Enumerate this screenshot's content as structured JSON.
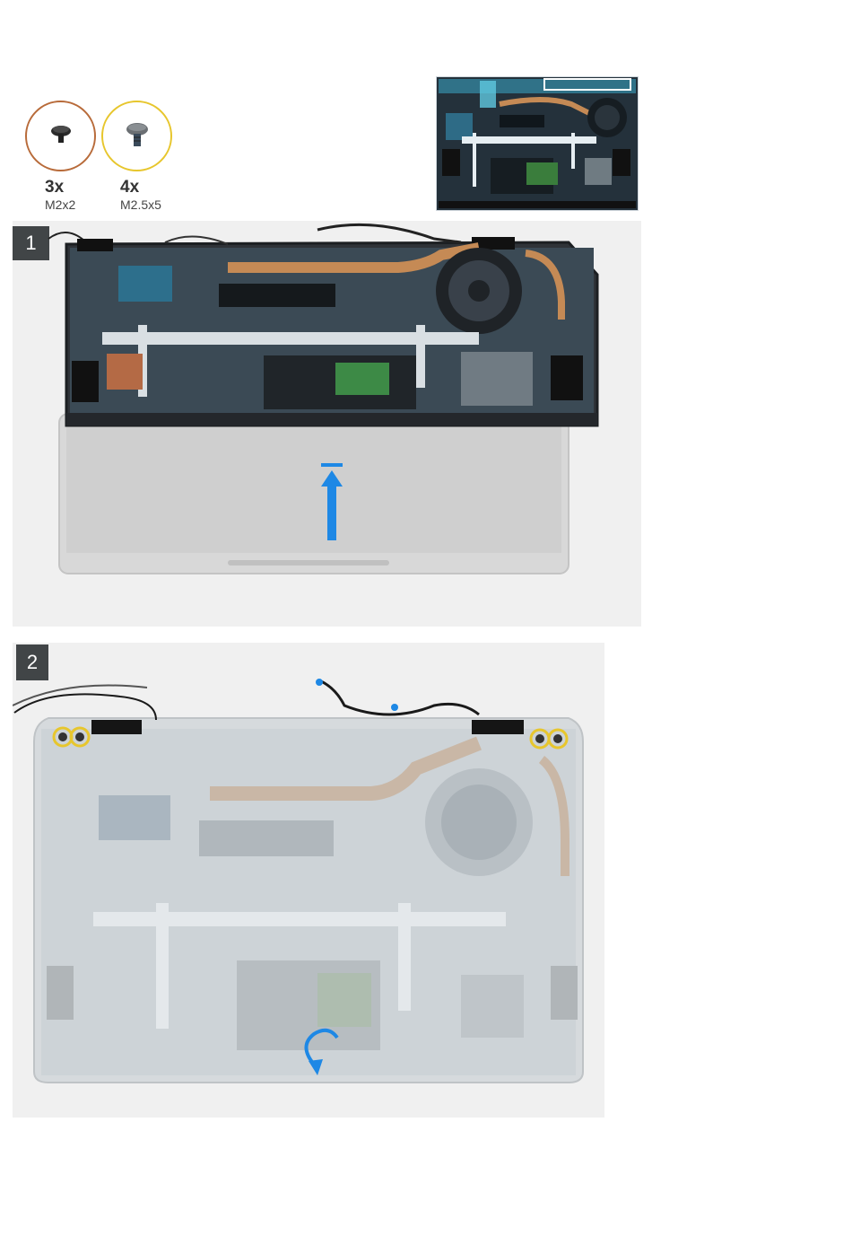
{
  "screws": [
    {
      "count": "3x",
      "size": "M2x2",
      "ring_color": "#b86b3a"
    },
    {
      "count": "4x",
      "size": "M2.5x5",
      "ring_color": "#e7c62d"
    }
  ],
  "steps": [
    {
      "number": "1"
    },
    {
      "number": "2"
    }
  ],
  "colors": {
    "panel_bg": "#f0f0f0",
    "badge_bg": "#414547",
    "arrow": "#1e88e5",
    "copper": "#c58a55",
    "board": "#1f2a33"
  },
  "icons": {
    "lift_arrow": "arrow-up-icon",
    "rotate_arrow": "curved-arrow-icon"
  }
}
